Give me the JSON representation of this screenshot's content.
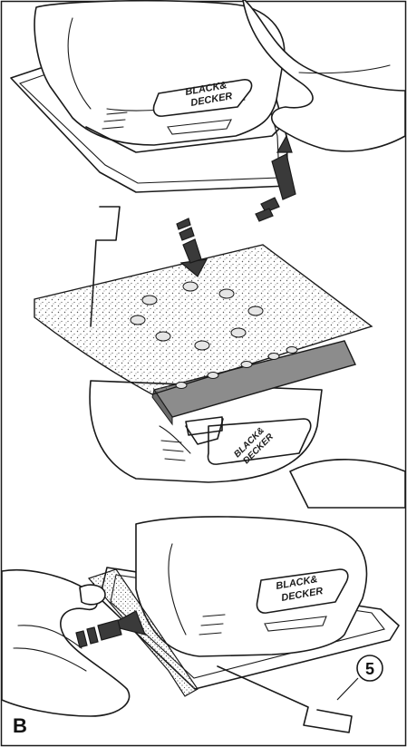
{
  "figure": {
    "letter": "B",
    "callout_number": "5",
    "brand_line1": "BLACK&",
    "brand_line2": "DECKER"
  },
  "colors": {
    "line": "#1a1a1a",
    "arrow": "#3a3a3a",
    "platen": "#8c8c8c",
    "paper_dots": "#555555"
  }
}
